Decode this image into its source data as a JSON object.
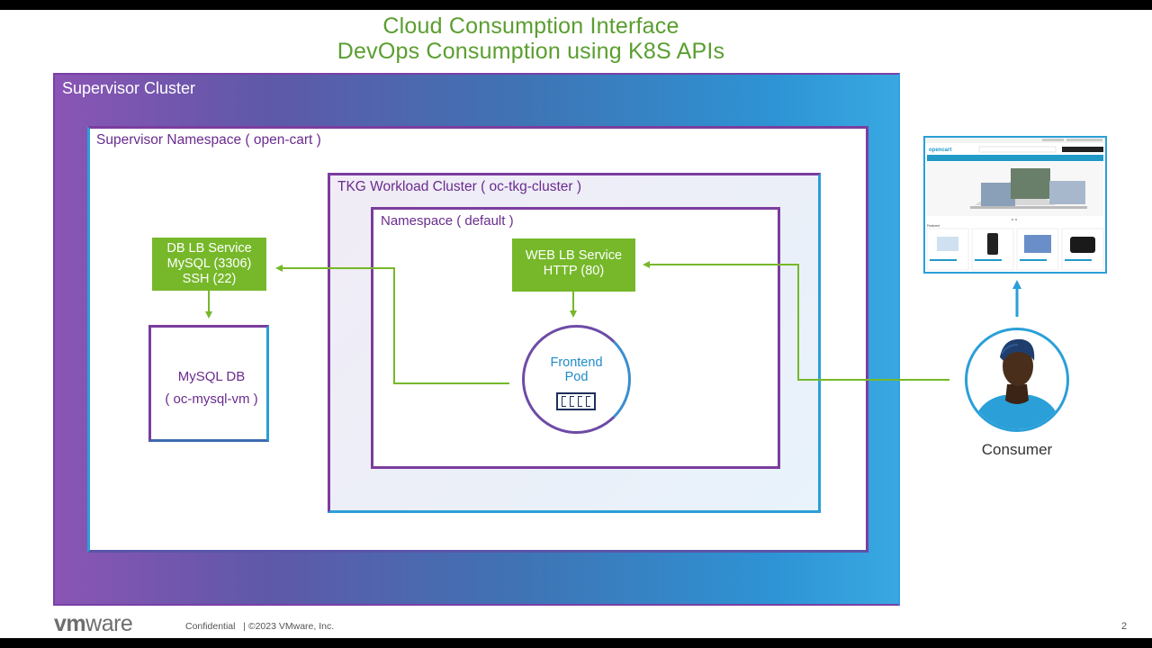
{
  "title_line1": "Cloud Consumption Interface",
  "title_line2": "DevOps Consumption using K8S APIs",
  "supervisor_cluster": "Supervisor Cluster",
  "supervisor_namespace": "Supervisor Namespace ( open-cart )",
  "tkg_cluster": "TKG Workload Cluster ( oc-tkg-cluster )",
  "namespace_default": "Namespace ( default )",
  "db_service": {
    "line1": "DB LB Service",
    "line2": "MySQL (3306)",
    "line3": "SSH (22)"
  },
  "web_service": {
    "line1": "WEB LB Service",
    "line2": "HTTP (80)"
  },
  "mysql_db": {
    "line1": "MySQL DB",
    "line2": "( oc-mysql-vm )"
  },
  "frontend_pod": {
    "line1": "Frontend",
    "line2": "Pod"
  },
  "consumer": "Consumer",
  "browser_thumbnail": {
    "brand": "opencart"
  },
  "footer": {
    "logo_vm": "vm",
    "logo_ware": "ware",
    "confidential": "Confidential",
    "copyright": "©2023 VMware, Inc.",
    "page_number": "2"
  },
  "colors": {
    "title_green": "#5a9e2f",
    "service_green": "#76b82a",
    "purple": "#7b3d9e",
    "blue": "#2a9fd8"
  },
  "icons": [
    "container-pod-icon",
    "person-avatar-icon",
    "website-screenshot"
  ]
}
